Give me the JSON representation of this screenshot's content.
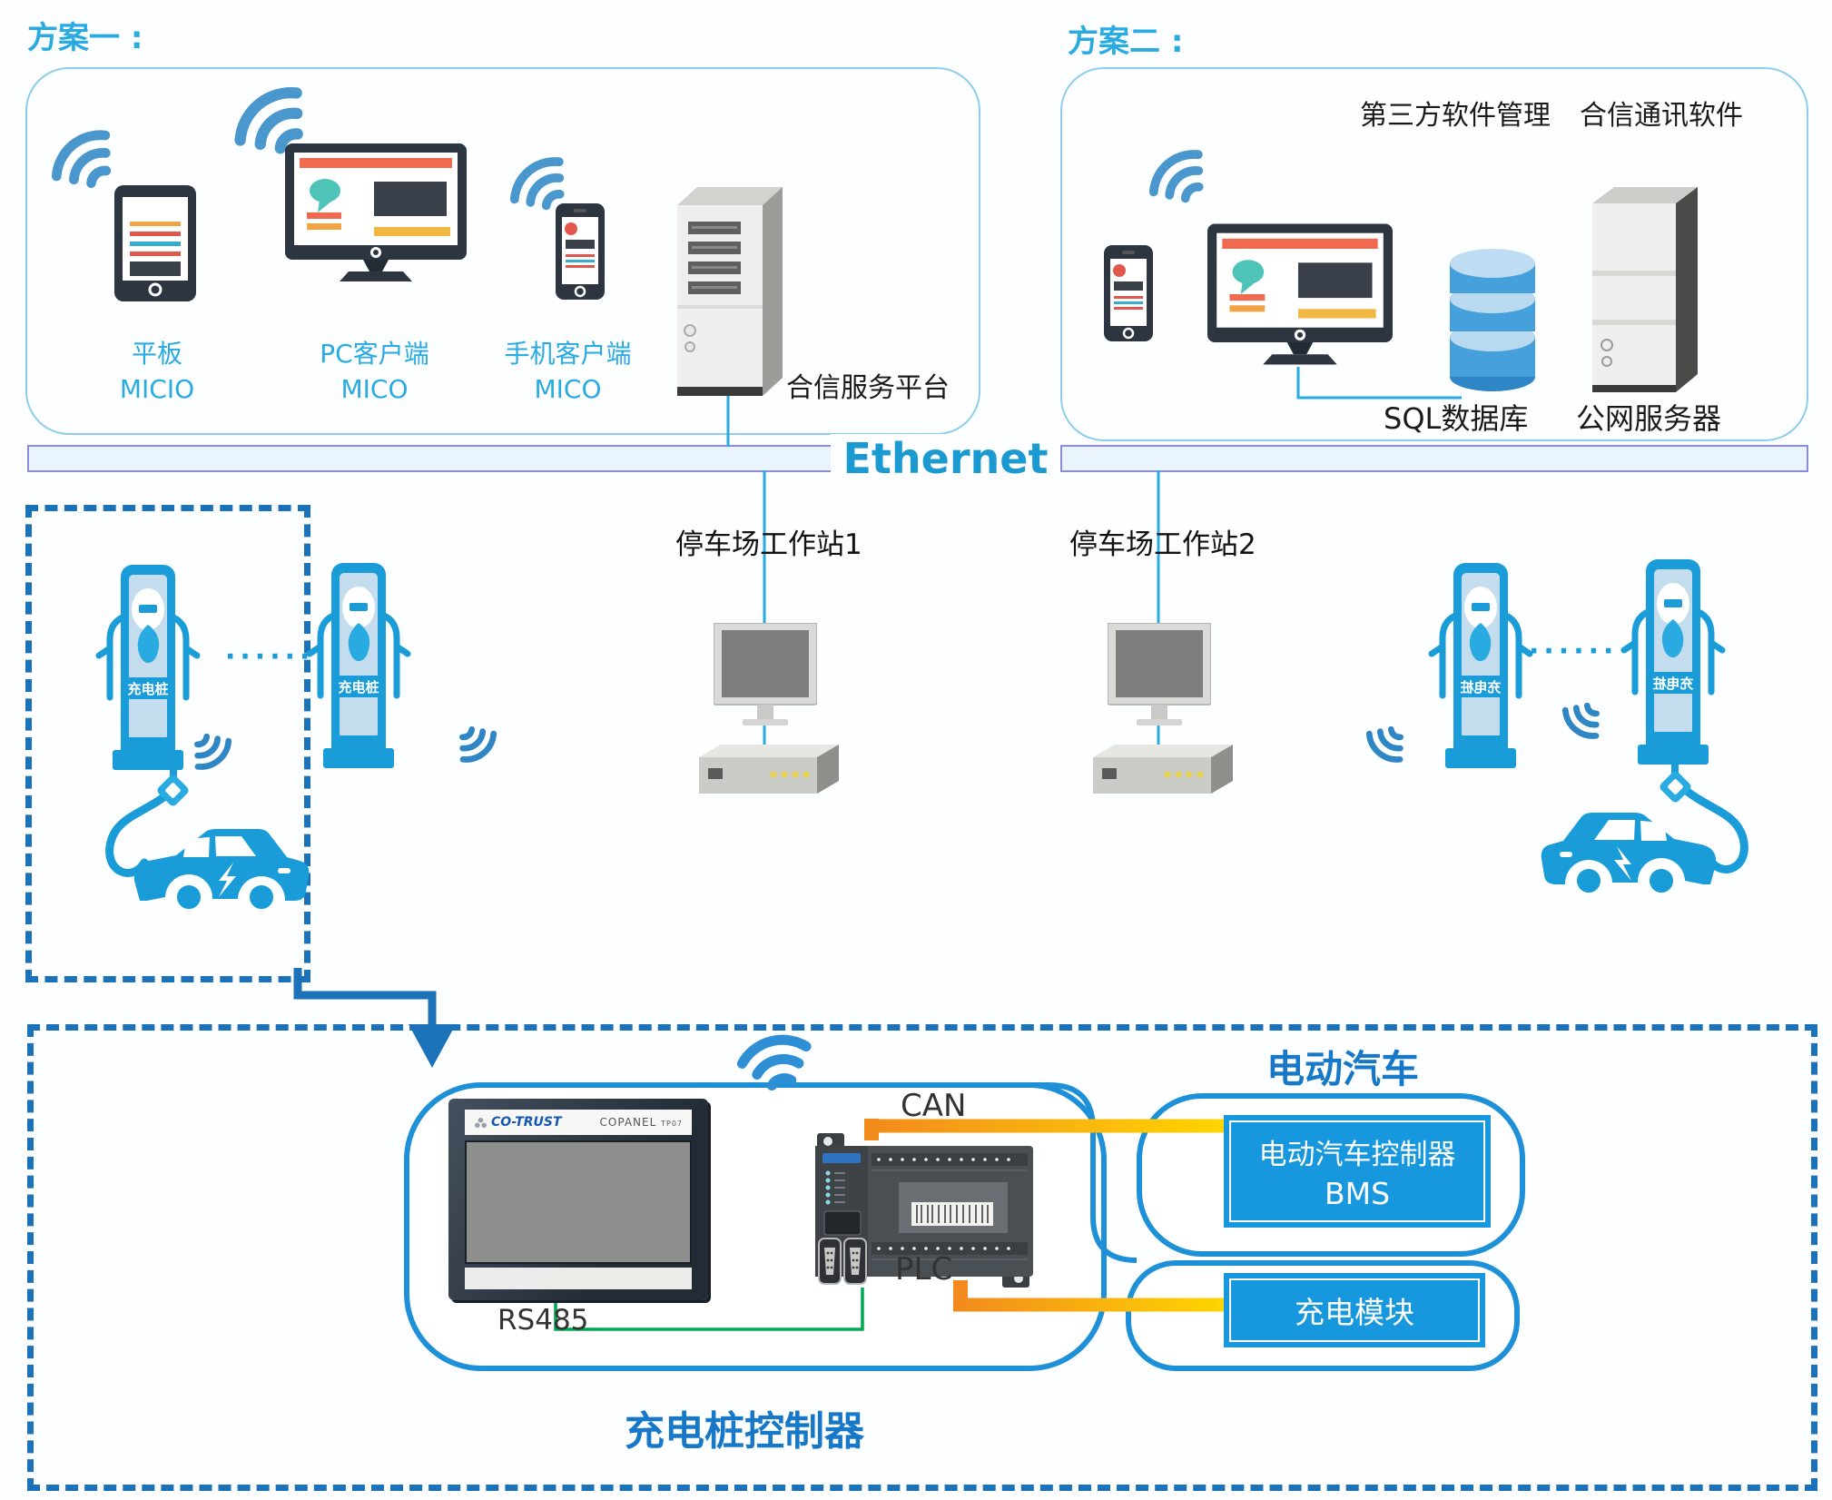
{
  "colors": {
    "accent_light_blue": "#29ABE2",
    "deep_blue": "#1778C8",
    "pile_blue": "#199CD8",
    "box_blue": "#1E90D8",
    "dashed_blue": "#1B72B8",
    "bar_border": "#8C8CDA",
    "fill_blue": "#1697DE",
    "green": "#00A651",
    "cable_orange": "#F28A1E",
    "cable_yellow": "#FFD600"
  },
  "plan1": {
    "title": "方案一 :",
    "tablet": {
      "line1": "平板",
      "line2": "MICIO"
    },
    "pc": {
      "line1": "PC客户端",
      "line2": "MICO"
    },
    "phone": {
      "line1": "手机客户端",
      "line2": "MICO"
    },
    "server_label": "合信服务平台"
  },
  "plan2": {
    "title": "方案二 :",
    "third_party_label": "第三方软件管理",
    "hexin_label": "合信通讯软件",
    "sql_label": "SQL数据库",
    "server_label": "公网服务器"
  },
  "ethernet": {
    "label": "Ethernet"
  },
  "workstations": {
    "ws1_label": "停车场工作站1",
    "ws2_label": "停车场工作站2"
  },
  "charging": {
    "pile_label": "充电桩",
    "dots": "······"
  },
  "controller": {
    "area_title": "充电桩控制器",
    "ev_title": "电动汽车",
    "bms_line1": "电动汽车控制器",
    "bms_line2": "BMS",
    "charge_module_label": "充电模块",
    "can_label": "CAN",
    "plc_label": "PLC",
    "rs485_label": "RS485",
    "hmi": {
      "brand": "CO-TRUST",
      "model": "COPANEL",
      "model_code": "TP07"
    }
  }
}
